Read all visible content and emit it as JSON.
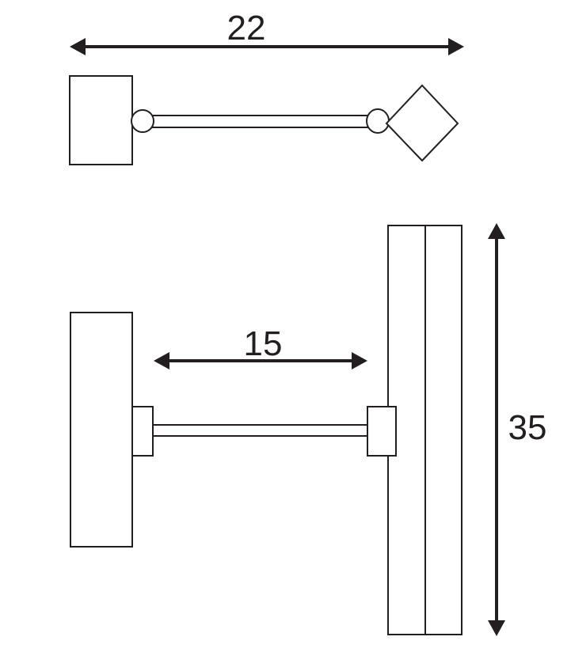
{
  "dimensions": {
    "top_width": "22",
    "arm_length": "15",
    "shade_height": "35"
  },
  "colors": {
    "line": "#231f20",
    "background": "#ffffff"
  }
}
